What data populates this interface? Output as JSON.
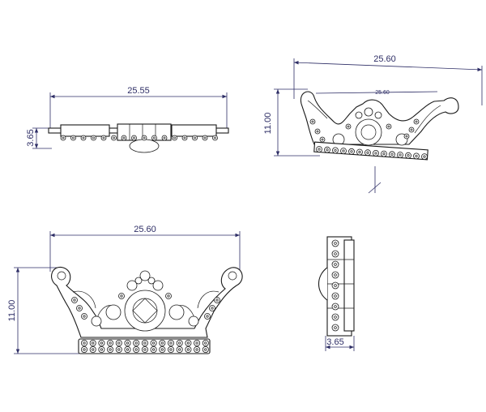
{
  "drawing": {
    "views": {
      "top": {
        "width": "25.55",
        "height": "3.65"
      },
      "iso": {
        "width": "25.60",
        "height": "11.00",
        "inner_width": "25.60"
      },
      "front": {
        "width": "25.60",
        "height": "11.00"
      },
      "side": {
        "depth": "3.65"
      }
    }
  }
}
